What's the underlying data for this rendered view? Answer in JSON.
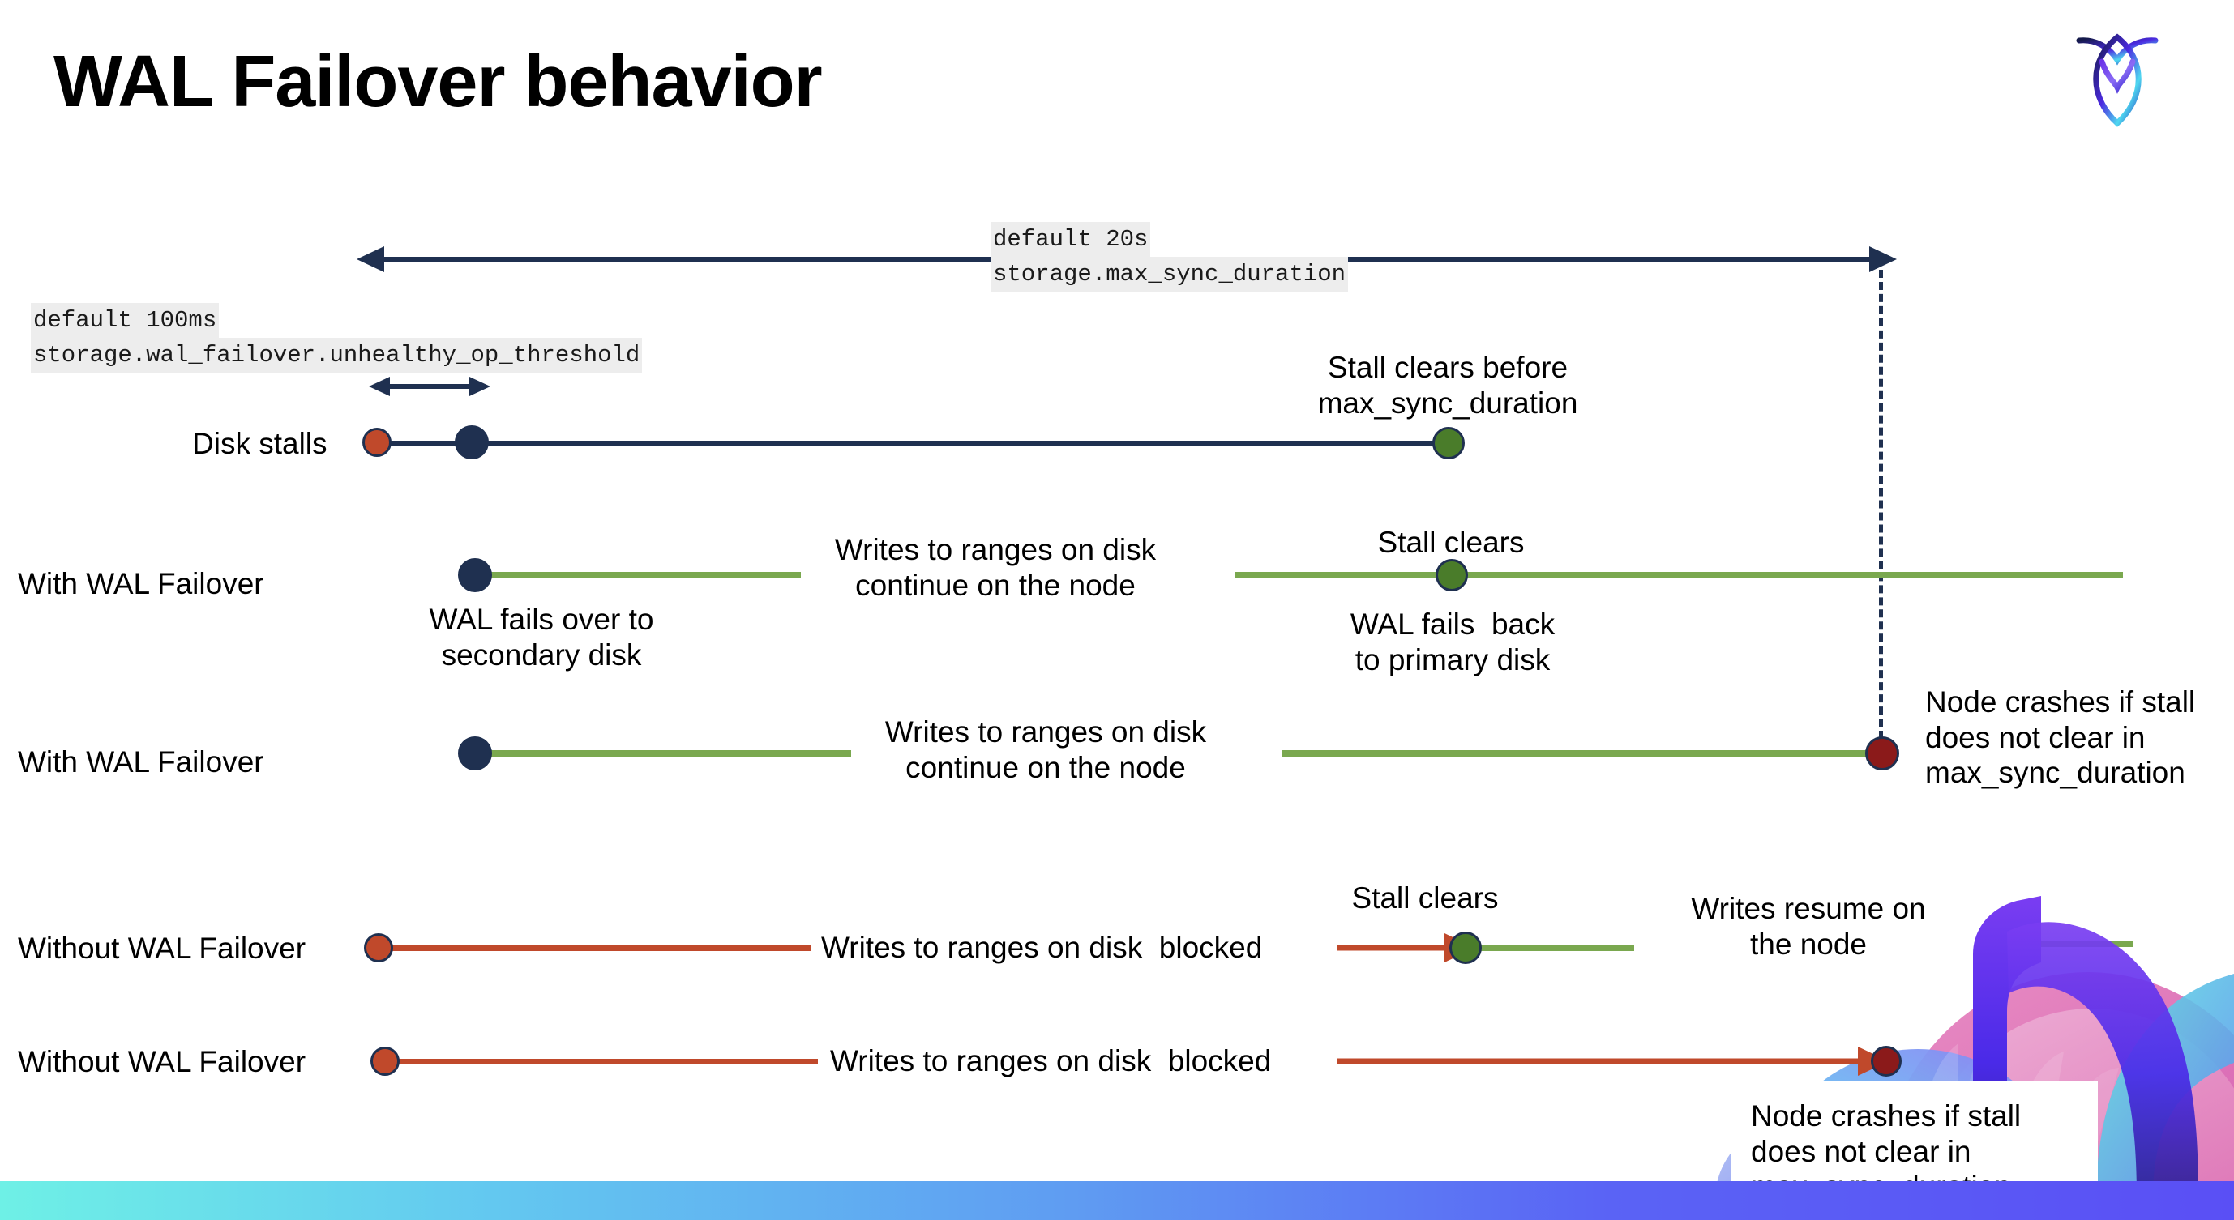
{
  "slide": {
    "title": "WAL Failover behavior",
    "logo_name": "cockroachdb-logo"
  },
  "colors": {
    "navy": "#1f3050",
    "green_line": "#7aa84f",
    "green_dot": "#4a7c2a",
    "red_line": "#c0492b",
    "orange_dot": "#c0492b",
    "dark_red_dot": "#8b1a1a",
    "mono_tag_bg": "#ededed",
    "bottom_bar_from": "#6ef0e6",
    "bottom_bar_to": "#5a4ff5"
  },
  "settings": {
    "max_sync_duration": {
      "default_label": "default 20s",
      "setting_name": "storage.max_sync_duration"
    },
    "unhealthy_op_threshold": {
      "default_label": "default 100ms",
      "setting_name": "storage.wal_failover.unhealthy_op_threshold"
    }
  },
  "rows": {
    "disk_stalls": {
      "label": "Disk stalls",
      "note": "Stall clears before\nmax_sync_duration"
    },
    "with_failover_clears": {
      "label": "With WAL Failover",
      "note_writes": "Writes to ranges on disk\ncontinue on the node",
      "note_failover": "WAL fails over to\nsecondary disk",
      "note_stall_clears": "Stall clears",
      "note_fails_back": "WAL fails  back\nto primary disk"
    },
    "with_failover_crash": {
      "label": "With WAL Failover",
      "note_writes": "Writes to ranges on disk\ncontinue on the node",
      "note_crash": "Node crashes if stall\ndoes not clear in\nmax_sync_duration"
    },
    "without_failover_clears": {
      "label": "Without WAL Failover",
      "note_blocked": "Writes to ranges on disk  blocked",
      "note_stall_clears": "Stall clears",
      "note_resume": "Writes resume on\nthe node"
    },
    "without_failover_crash": {
      "label": "Without WAL Failover",
      "note_blocked": "Writes to ranges on disk  blocked",
      "note_crash": "Node crashes if stall\ndoes not clear in\nmax_sync_duration"
    }
  }
}
